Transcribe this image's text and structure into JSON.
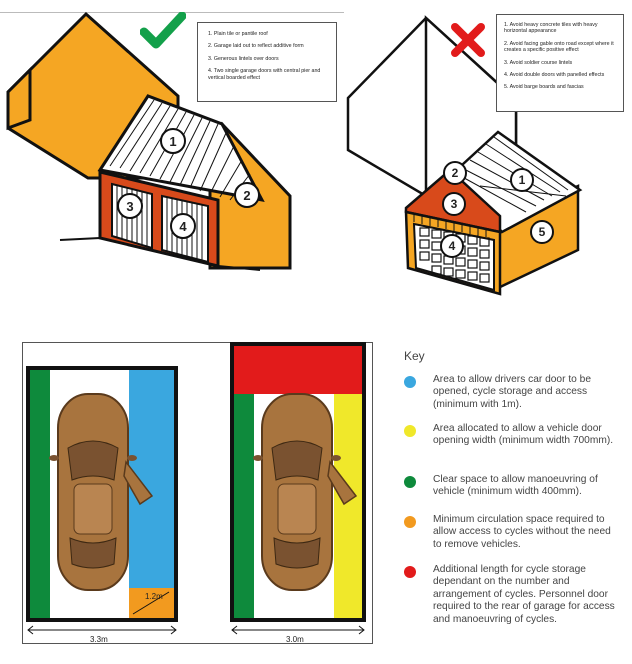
{
  "top": {
    "good": {
      "icon": "checkmark-icon",
      "notes": [
        "1. Plain tile or pantile roof",
        "2. Garage laid out to reflect additive form",
        "3. Generous lintels over doors",
        "4. Two single garage doors with central pier and vertical boarded effect"
      ],
      "markers": [
        "1",
        "2",
        "3",
        "4"
      ]
    },
    "bad": {
      "icon": "cross-icon",
      "notes": [
        "1. Avoid heavy concrete tiles with heavy horizontal appearance",
        "2. Avoid facing gable onto road except where it creates a specific positive effect",
        "3. Avoid soldier course lintels",
        "4. Avoid double doors with panelled effects",
        "5. Avoid barge boards and fascias"
      ],
      "markers": [
        "1",
        "2",
        "3",
        "4",
        "5"
      ]
    }
  },
  "bottom": {
    "left_garage": {
      "width_label": "3.3m",
      "corner_label": "1.2m"
    },
    "right_garage": {
      "width_label": "3.0m"
    },
    "key": {
      "title": "Key",
      "items": [
        {
          "color": "#3aa7df",
          "text": "Area to allow drivers car door to be opened, cycle storage and access (minimum with 1m)."
        },
        {
          "color": "#f0e82a",
          "text": "Area allocated to allow a vehicle door opening width (minimum width 700mm)."
        },
        {
          "color": "#0e8a3c",
          "text": "Clear space to allow manoeuvring of vehicle (minimum width 400mm)."
        },
        {
          "color": "#f29a1f",
          "text": "Minimum circulation space required to allow access to cycles without the need to remove vehicles."
        },
        {
          "color": "#e21b1b",
          "text": "Additional length for cycle storage dependant on the number and arrangement of cycles. Personnel door required to the rear of garage for access and manoeuvring of cycles."
        }
      ]
    }
  },
  "colors": {
    "orange": "#f5a623",
    "brick": "#d84a1b",
    "green": "#0e8a3c",
    "blue": "#3aa7df",
    "yellow": "#f0e82a",
    "red": "#e21b1b",
    "car": "#a8743e"
  }
}
